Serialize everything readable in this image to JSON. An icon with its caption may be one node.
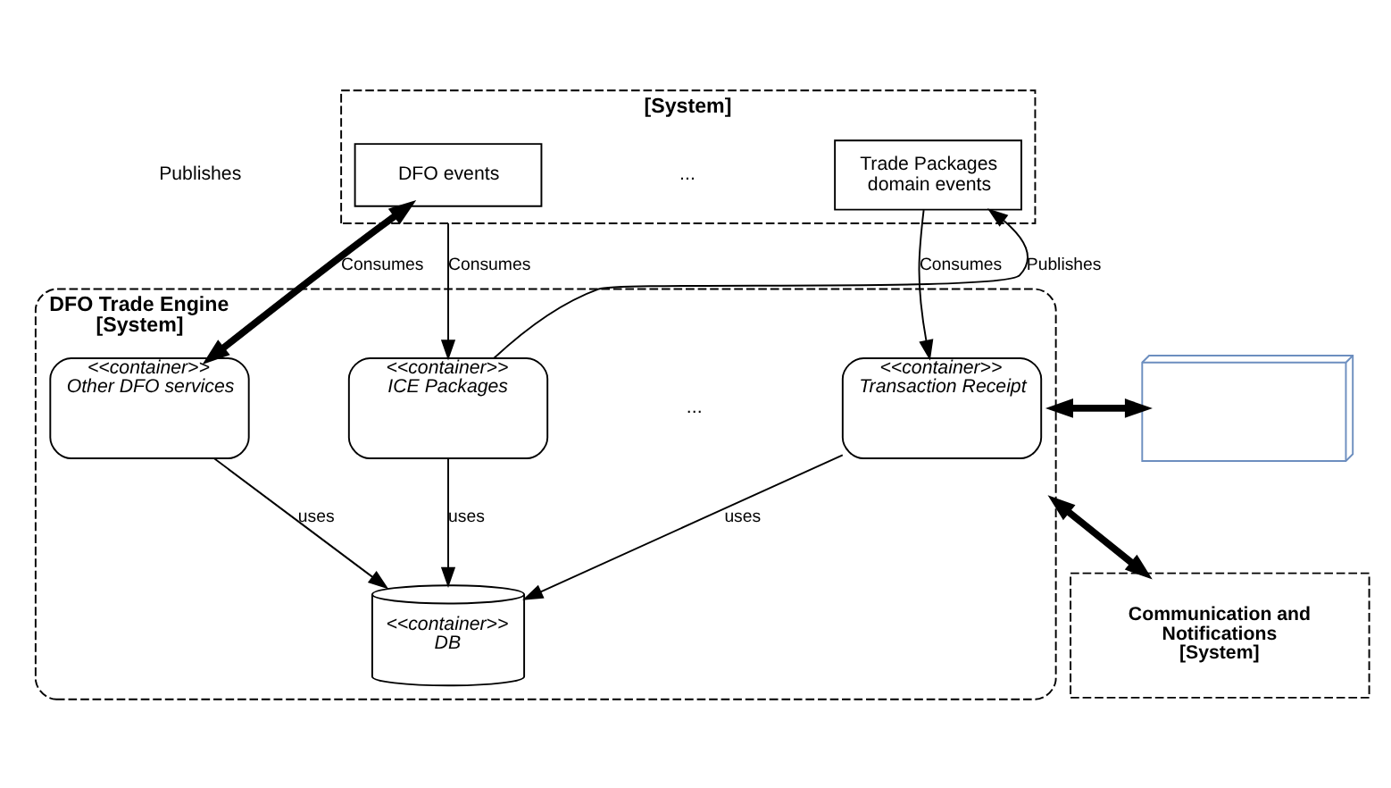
{
  "diagram": {
    "nodes": [
      {
        "text": [
          "[System]"
        ]
      },
      {
        "text": [
          "DFO events"
        ],
        "in": 0
      },
      {
        "text": [
          "Trade Packages domain events"
        ],
        "in": 0
      },
      {
        "text": [
          "DFO Trade Engine [System]"
        ]
      },
      {
        "text": [
          "<<container>>",
          "Other DFO services"
        ],
        "in": 3
      },
      {
        "text": [
          "<<container>>",
          "ICE Packages"
        ],
        "in": 3
      },
      {
        "text": [
          "<<container>>",
          "Transaction Receipt"
        ],
        "in": 3
      },
      {
        "text": [
          "<<container>>",
          "DB"
        ],
        "in": 3
      },
      {
        "text": [],
        "shape": "box"
      },
      {
        "text": [
          "Communication and Notifications [System]"
        ]
      }
    ],
    "edges": [
      {
        "from": 1,
        "to": 4,
        "arrow": "both",
        "label": "Consumes",
        "style": "thick"
      },
      {
        "from": 0,
        "to": 5,
        "arrow": "to",
        "label": "Consumes"
      },
      {
        "from": 5,
        "to": 2,
        "arrow": "to",
        "label": "Publishes"
      },
      {
        "from": 2,
        "to": 6,
        "arrow": "to",
        "label": "Consumes"
      },
      {
        "from": 4,
        "to": 7,
        "arrow": "to",
        "label": "uses"
      },
      {
        "from": 5,
        "to": 7,
        "arrow": "to",
        "label": "uses"
      },
      {
        "from": 6,
        "to": 7,
        "arrow": "to",
        "label": "uses"
      },
      {
        "from": 3,
        "to": 8,
        "arrow": "both",
        "style": "thick"
      },
      {
        "from": 3,
        "to": 9,
        "arrow": "both",
        "style": "thick"
      }
    ],
    "labels": [
      "...",
      "Publishes",
      "..."
    ]
  }
}
